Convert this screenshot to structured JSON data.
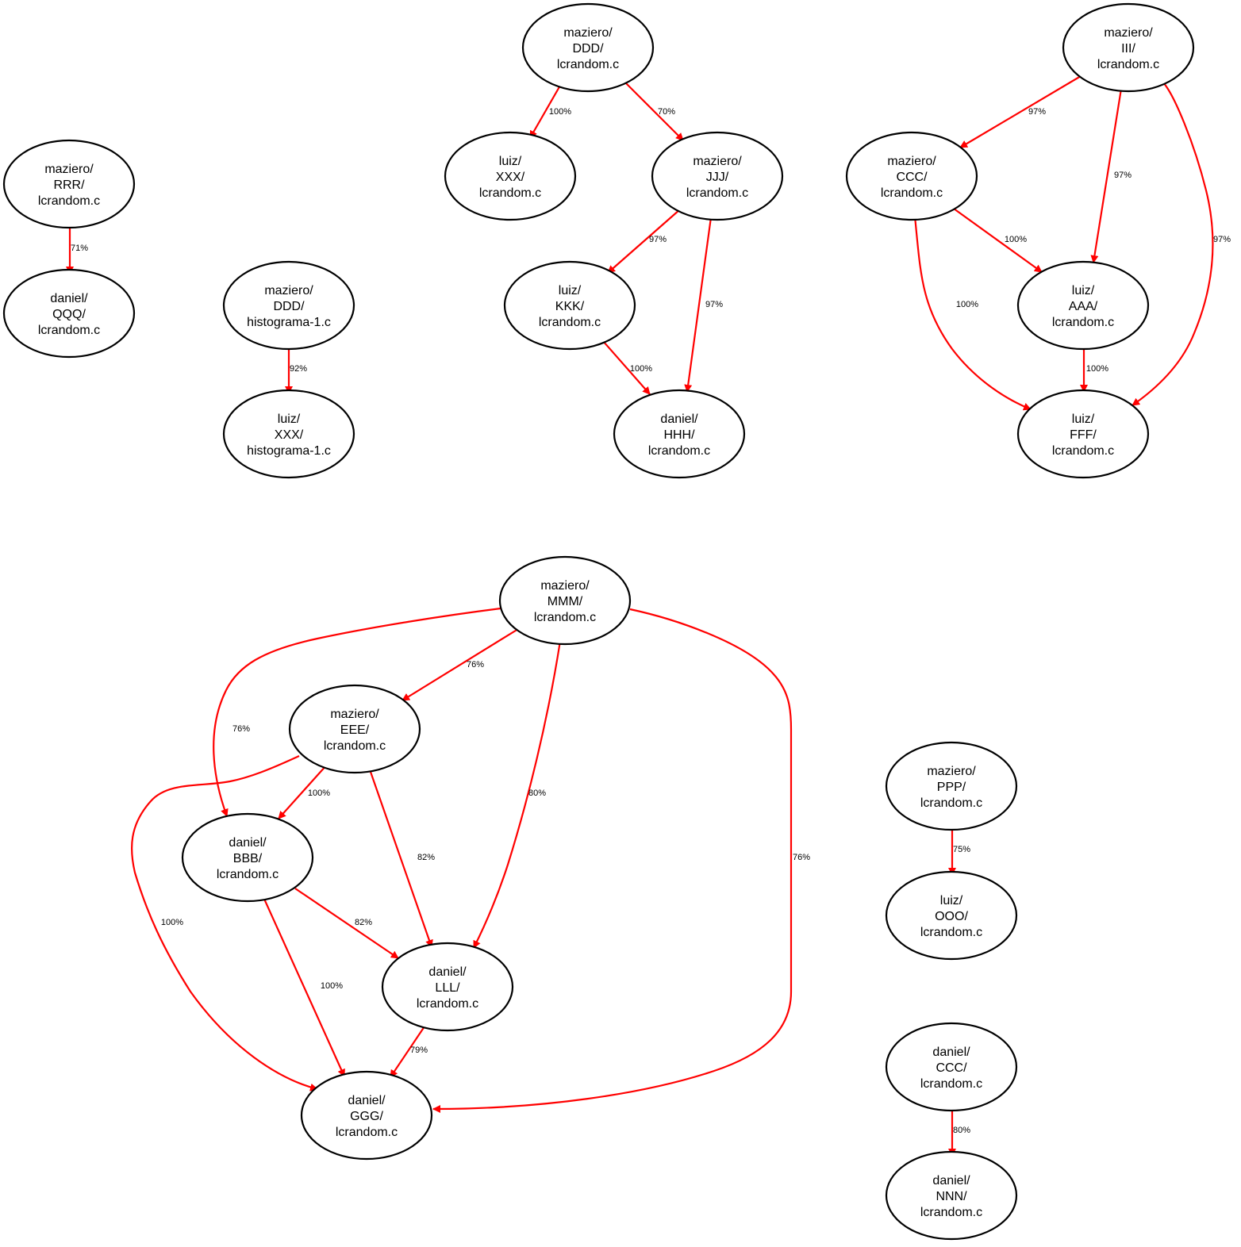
{
  "edge_color": "#ff0000",
  "nodes": {
    "maziero_RRR": [
      "maziero/",
      "RRR/",
      "lcrandom.c"
    ],
    "daniel_QQQ": [
      "daniel/",
      "QQQ/",
      "lcrandom.c"
    ],
    "maziero_DDD_hist": [
      "maziero/",
      "DDD/",
      "histograma-1.c"
    ],
    "luiz_XXX_hist": [
      "luiz/",
      "XXX/",
      "histograma-1.c"
    ],
    "maziero_DDD": [
      "maziero/",
      "DDD/",
      "lcrandom.c"
    ],
    "luiz_XXX": [
      "luiz/",
      "XXX/",
      "lcrandom.c"
    ],
    "maziero_JJJ": [
      "maziero/",
      "JJJ/",
      "lcrandom.c"
    ],
    "luiz_KKK": [
      "luiz/",
      "KKK/",
      "lcrandom.c"
    ],
    "daniel_HHH": [
      "daniel/",
      "HHH/",
      "lcrandom.c"
    ],
    "maziero_III": [
      "maziero/",
      "III/",
      "lcrandom.c"
    ],
    "maziero_CCC": [
      "maziero/",
      "CCC/",
      "lcrandom.c"
    ],
    "luiz_AAA": [
      "luiz/",
      "AAA/",
      "lcrandom.c"
    ],
    "luiz_FFF": [
      "luiz/",
      "FFF/",
      "lcrandom.c"
    ],
    "maziero_MMM": [
      "maziero/",
      "MMM/",
      "lcrandom.c"
    ],
    "maziero_EEE": [
      "maziero/",
      "EEE/",
      "lcrandom.c"
    ],
    "daniel_BBB": [
      "daniel/",
      "BBB/",
      "lcrandom.c"
    ],
    "daniel_LLL": [
      "daniel/",
      "LLL/",
      "lcrandom.c"
    ],
    "daniel_GGG": [
      "daniel/",
      "GGG/",
      "lcrandom.c"
    ],
    "maziero_PPP": [
      "maziero/",
      "PPP/",
      "lcrandom.c"
    ],
    "luiz_OOO": [
      "luiz/",
      "OOO/",
      "lcrandom.c"
    ],
    "daniel_CCC": [
      "daniel/",
      "CCC/",
      "lcrandom.c"
    ],
    "daniel_NNN": [
      "daniel/",
      "NNN/",
      "lcrandom.c"
    ]
  },
  "edges": [
    {
      "from": "maziero_RRR",
      "to": "daniel_QQQ",
      "label": "71%"
    },
    {
      "from": "maziero_DDD_hist",
      "to": "luiz_XXX_hist",
      "label": "92%"
    },
    {
      "from": "maziero_DDD",
      "to": "luiz_XXX",
      "label": "100%"
    },
    {
      "from": "maziero_DDD",
      "to": "maziero_JJJ",
      "label": "70%"
    },
    {
      "from": "maziero_JJJ",
      "to": "luiz_KKK",
      "label": "97%"
    },
    {
      "from": "maziero_JJJ",
      "to": "daniel_HHH",
      "label": "97%"
    },
    {
      "from": "luiz_KKK",
      "to": "daniel_HHH",
      "label": "100%"
    },
    {
      "from": "maziero_III",
      "to": "maziero_CCC",
      "label": "97%"
    },
    {
      "from": "maziero_III",
      "to": "luiz_AAA",
      "label": "97%"
    },
    {
      "from": "maziero_III",
      "to": "luiz_FFF",
      "label": "97%"
    },
    {
      "from": "maziero_CCC",
      "to": "luiz_AAA",
      "label": "100%"
    },
    {
      "from": "maziero_CCC",
      "to": "luiz_FFF",
      "label": "100%"
    },
    {
      "from": "luiz_AAA",
      "to": "luiz_FFF",
      "label": "100%"
    },
    {
      "from": "maziero_MMM",
      "to": "maziero_EEE",
      "label": "76%"
    },
    {
      "from": "maziero_MMM",
      "to": "daniel_BBB",
      "label": "76%"
    },
    {
      "from": "maziero_MMM",
      "to": "daniel_LLL",
      "label": "80%"
    },
    {
      "from": "maziero_MMM",
      "to": "daniel_GGG",
      "label": "76%"
    },
    {
      "from": "maziero_EEE",
      "to": "daniel_BBB",
      "label": "100%"
    },
    {
      "from": "maziero_EEE",
      "to": "daniel_LLL",
      "label": "82%"
    },
    {
      "from": "maziero_EEE",
      "to": "daniel_GGG",
      "label": "100%"
    },
    {
      "from": "daniel_BBB",
      "to": "daniel_LLL",
      "label": "82%"
    },
    {
      "from": "daniel_BBB",
      "to": "daniel_GGG",
      "label": "100%"
    },
    {
      "from": "daniel_LLL",
      "to": "daniel_GGG",
      "label": "79%"
    },
    {
      "from": "maziero_PPP",
      "to": "luiz_OOO",
      "label": "75%"
    },
    {
      "from": "daniel_CCC",
      "to": "daniel_NNN",
      "label": "80%"
    }
  ]
}
